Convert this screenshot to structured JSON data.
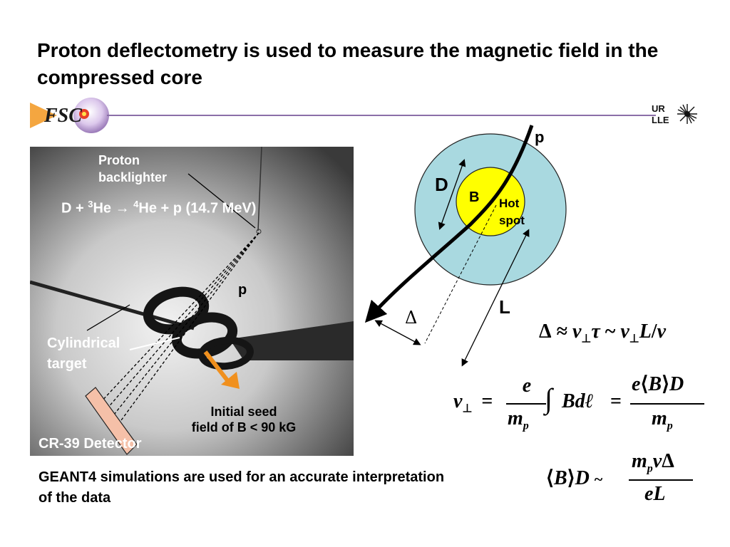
{
  "slide": {
    "title": "Proton deflectometry is used to measure the magnetic field in the compressed core",
    "logo_left": "FSC",
    "logo_right_line1": "UR",
    "logo_right_line2": "LLE",
    "accent_color": "#8b6fa8"
  },
  "photo": {
    "backlighter_label": "Proton backlighter",
    "reaction": "D + 3He → 4He + p (14.7 MeV)",
    "reaction_parts": {
      "p1": "D + ",
      "sup1": "3",
      "p2": "He ",
      "arrow": "→",
      "p3": " ",
      "sup2": "4",
      "p4": "He + p (14.7 MeV)"
    },
    "proton_label": "p",
    "target_label": "Cylindrical target",
    "target_line1": "Cylindrical",
    "target_line2": "target",
    "seed_label_line1": "Initial seed",
    "seed_label_line2": "field of B < 90 kG",
    "detector_label": "CR-39 Detector",
    "arrow_color": "#f0901e",
    "detector_color": "#f5c0a8"
  },
  "diagram": {
    "proton_label": "p",
    "width_label": "D",
    "field_label": "B",
    "hotspot_line1": "Hot",
    "hotspot_line2": "spot",
    "distance_label": "L",
    "deflection_label": "Δ",
    "outer_color": "#a9d9e0",
    "inner_color": "#ffff00"
  },
  "equations": {
    "eq1": "Δ ≈ v⊥τ ~ v⊥L / v",
    "eq2": "v⊥ = e / mp ∫ Bdℓ = e⟨B⟩D / mp",
    "eq3": "⟨B⟩D ~ mpvΔ / eL",
    "delta": "Δ",
    "approx": "≈",
    "v": "v",
    "perp": "⊥",
    "tau": "τ",
    "tilde": "~",
    "L": "L",
    "slash": "/",
    "equals": "=",
    "e": "e",
    "m": "m",
    "p_sub": "p",
    "integral": "∫",
    "Bdl": "Bdℓ",
    "langle": "⟨",
    "rangle": "⟩",
    "B": "B",
    "D": "D",
    "eL": "eL"
  },
  "caption": "GEANT4 simulations are used for an accurate interpretation of the data"
}
